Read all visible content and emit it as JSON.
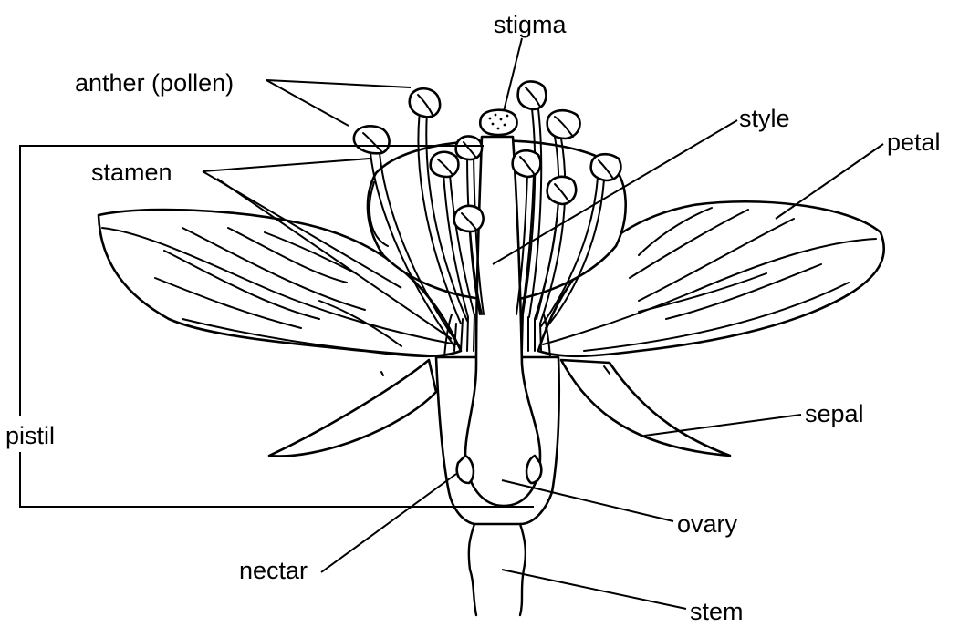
{
  "labels": {
    "stigma": "stigma",
    "anther": "anther (pollen)",
    "style": "style",
    "petal": "petal",
    "stamen": "stamen",
    "sepal": "sepal",
    "pistil": "pistil",
    "ovary": "ovary",
    "nectar": "nectar",
    "stem": "stem"
  }
}
